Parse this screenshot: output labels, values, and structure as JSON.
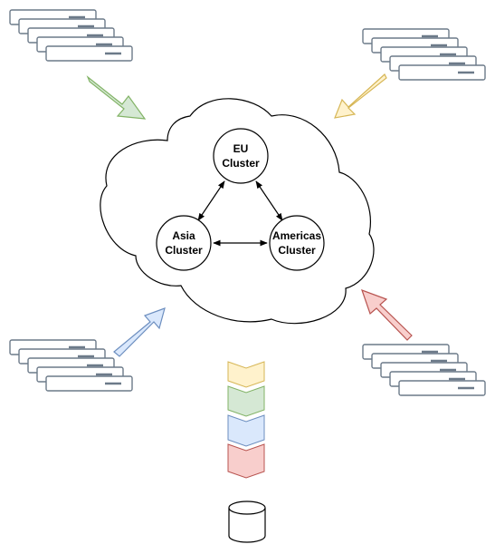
{
  "clusters": {
    "eu": {
      "line1": "EU",
      "line2": "Cluster"
    },
    "asia": {
      "line1": "Asia",
      "line2": "Cluster"
    },
    "americas": {
      "line1": "Americas",
      "line2": "Cluster"
    }
  },
  "colors": {
    "green_fill": "#d5e8d4",
    "green_stroke": "#82b366",
    "yellow_fill": "#fff2cc",
    "yellow_stroke": "#d6b656",
    "blue_fill": "#dae8fc",
    "blue_stroke": "#6c8ebf",
    "red_fill": "#f8cecc",
    "red_stroke": "#b85450",
    "server_stroke": "#6c7a89"
  },
  "server_stacks": [
    "top-left",
    "top-right",
    "bottom-left",
    "bottom-right"
  ],
  "queue_segments": [
    "yellow",
    "green",
    "blue",
    "red"
  ],
  "datastore": "database-icon"
}
